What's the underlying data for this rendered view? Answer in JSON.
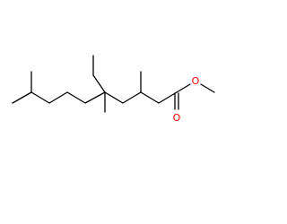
{
  "molecule": {
    "atoms": [
      {
        "id": "O1",
        "label": "O",
        "color": "#ff0000"
      },
      {
        "id": "O2",
        "label": "O",
        "color": "#ff0000"
      }
    ],
    "bond_color": "#000000"
  }
}
